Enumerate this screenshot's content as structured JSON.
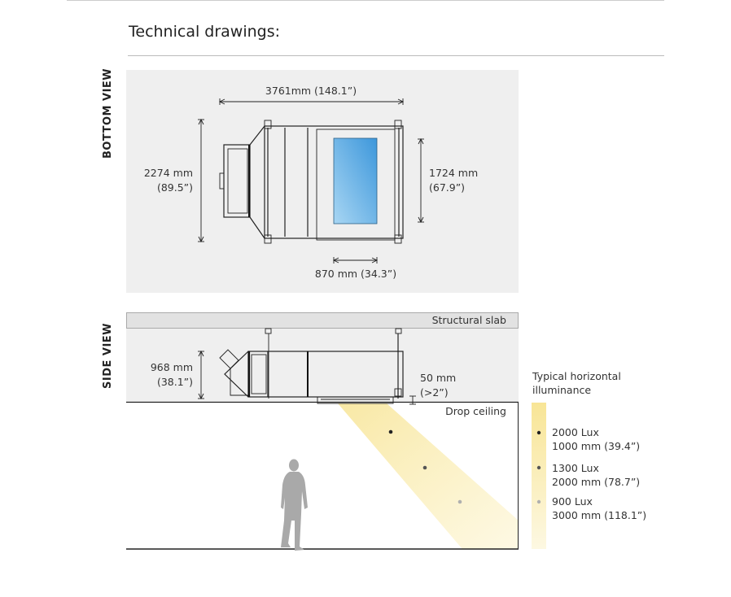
{
  "title": "Technical drawings:",
  "bottom_view": {
    "label": "BOTTOM VIEW",
    "length_dim": "3761mm (148.1”)",
    "width_dim_mm": "2274 mm",
    "width_dim_in": "(89.5”)",
    "panel_dim_mm": "1724 mm",
    "panel_dim_in": "(67.9”)",
    "window_dim": "870 mm (34.3”)"
  },
  "side_view": {
    "label": "SIDE VIEW",
    "slab_label": "Structural slab",
    "ceiling_label": "Drop ceiling",
    "height_dim_mm": "968 mm",
    "height_dim_in": "(38.1”)",
    "gap_dim_mm": "50 mm",
    "gap_dim_in": "(>2”)"
  },
  "legend": {
    "title_line1": "Typical horizontal",
    "title_line2": "illuminance",
    "items": [
      {
        "lux": "2000 Lux",
        "distance": "1000 mm (39.4”)",
        "color": "#222222"
      },
      {
        "lux": "1300 Lux",
        "distance": "2000 mm (78.7”)",
        "color": "#555555"
      },
      {
        "lux": "900 Lux",
        "distance": "3000 mm (118.1”)",
        "color": "#b0b0b0"
      }
    ]
  },
  "colors": {
    "panel_bg": "#efefef",
    "slab_bg": "#e2e2e2",
    "light_yellow": "#fbe9a0",
    "window_blue": "#5aa9e0",
    "person_gray": "#a9a9a9"
  }
}
